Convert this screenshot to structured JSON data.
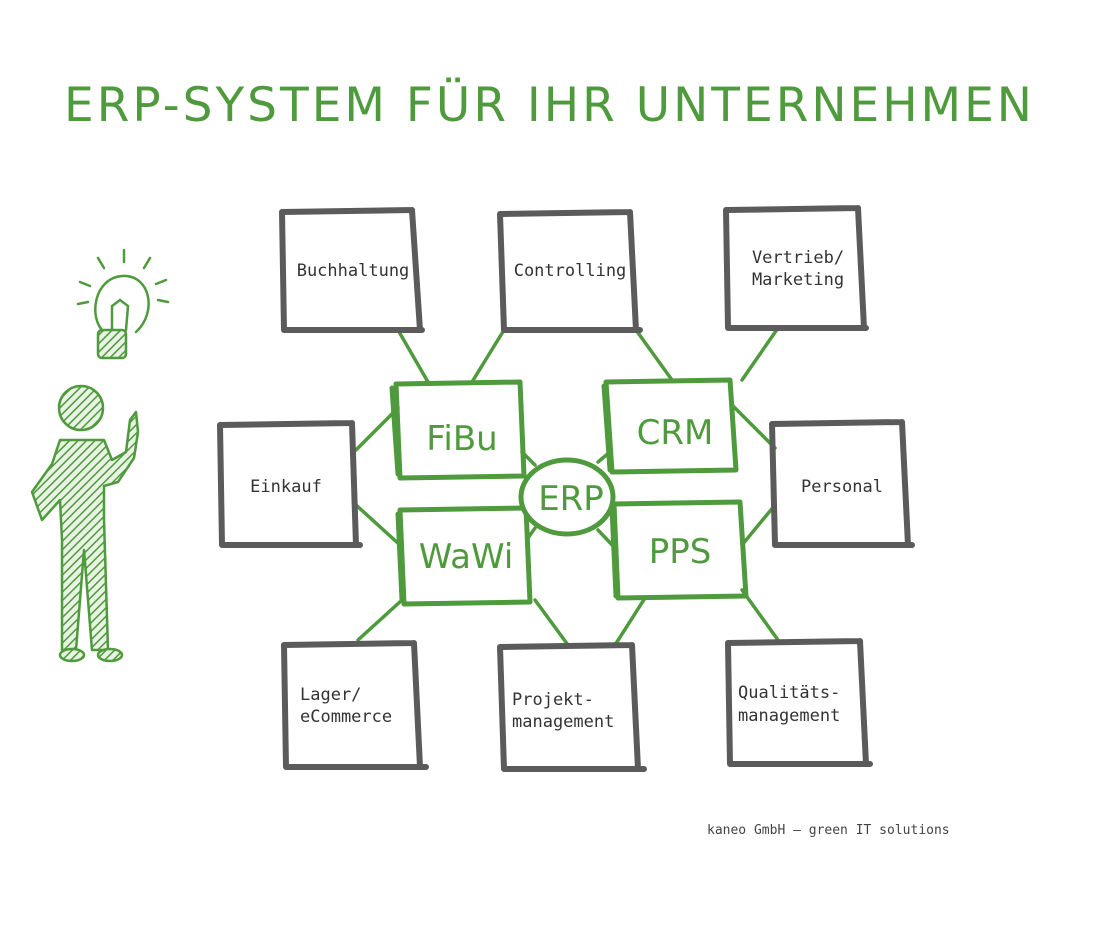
{
  "title": "ERP-SYSTEM FÜR IHR UNTERNEHMEN",
  "credit": "kaneo GmbH – green IT solutions",
  "colors": {
    "accent": "#4e9a3c",
    "box_stroke": "#5b5b5b",
    "text": "#333333"
  },
  "center": "ERP",
  "core_modules": {
    "fibu": "FiBu",
    "crm": "CRM",
    "wawi": "WaWi",
    "pps": "PPS"
  },
  "outer_boxes": {
    "buchhaltung": [
      "Buchhaltung"
    ],
    "controlling": [
      "Controlling"
    ],
    "vertrieb": [
      "Vertrieb/",
      "Marketing"
    ],
    "einkauf": [
      "Einkauf"
    ],
    "personal": [
      "Personal"
    ],
    "lager": [
      "Lager/",
      "eCommerce"
    ],
    "projekt": [
      "Projekt-",
      "management"
    ],
    "qualitaet": [
      "Qualitäts-",
      "management"
    ]
  },
  "illustration": {
    "figure": "person-with-lightbulb",
    "icon": "lightbulb-icon"
  }
}
